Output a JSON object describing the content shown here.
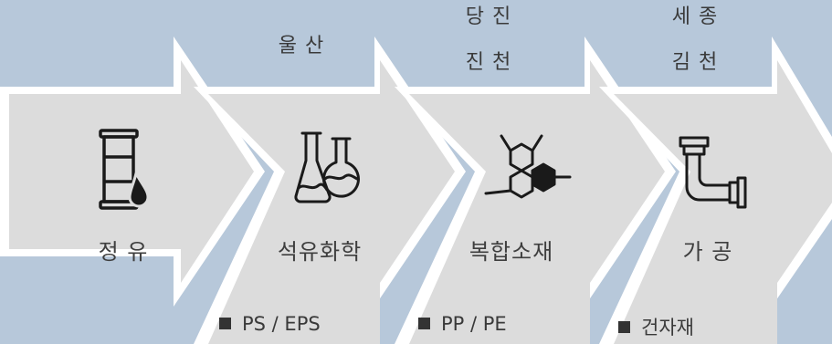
{
  "colors": {
    "background": "#b7c8da",
    "arrow_fill": "#dcdcdc",
    "arrow_border": "#ffffff",
    "icon": "#1a1a1a"
  },
  "stages": [
    {
      "label": "정 유",
      "icon": "oil-barrel-icon",
      "region": [],
      "product": ""
    },
    {
      "label": "석유화학",
      "icon": "chemistry-flasks-icon",
      "region": [
        "울 산"
      ],
      "product": "PS / EPS"
    },
    {
      "label": "복합소재",
      "icon": "molecule-structure-icon",
      "region": [
        "당 진",
        "진 천"
      ],
      "product": "PP / PE"
    },
    {
      "label": "가 공",
      "icon": "pipe-elbow-icon",
      "region": [
        "세 종",
        "김 천"
      ],
      "product": "건자재"
    }
  ]
}
